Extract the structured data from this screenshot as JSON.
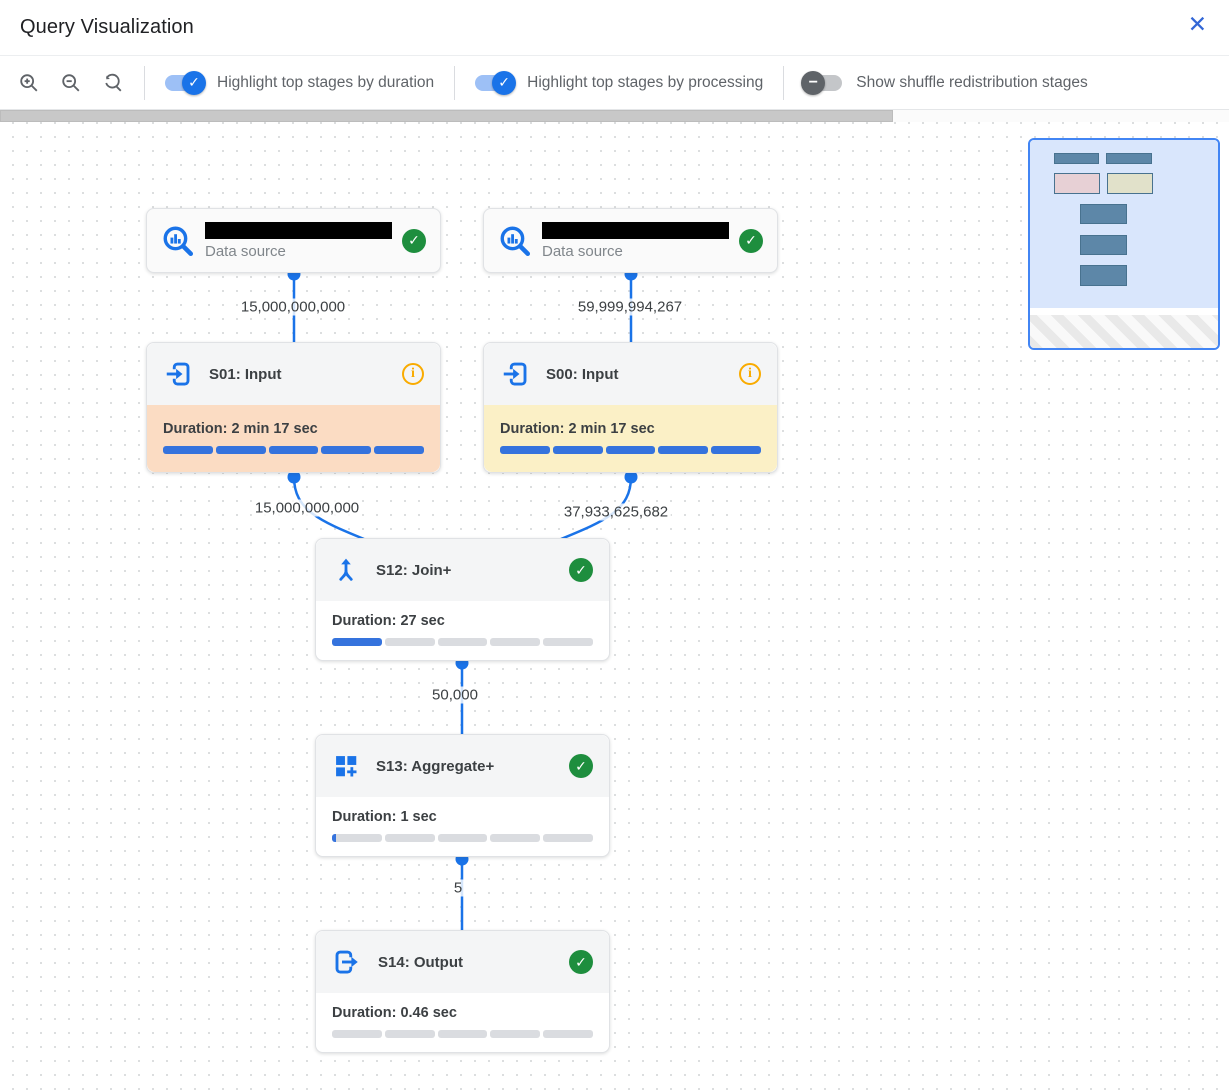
{
  "header": {
    "title": "Query Visualization",
    "close_glyph": "✕"
  },
  "toolbar": {
    "zoom_icons": [
      "zoom-in",
      "zoom-out",
      "zoom-reset"
    ],
    "toggles": [
      {
        "label": "Highlight top stages by duration",
        "state": "on",
        "glyph": "✓"
      },
      {
        "label": "Highlight top stages by processing",
        "state": "on",
        "glyph": "✓"
      },
      {
        "label": "Show shuffle redistribution stages",
        "state": "off",
        "glyph": "−"
      }
    ]
  },
  "graph": {
    "data_sources": [
      {
        "caption": "Data source",
        "status": "complete",
        "check_glyph": "✓"
      },
      {
        "caption": "Data source",
        "status": "complete",
        "check_glyph": "✓"
      }
    ],
    "stages": [
      {
        "title": "S01: Input",
        "duration": "Duration: 2 min 17 sec",
        "progress_pct": 100,
        "badge": "info",
        "badge_glyph": "i",
        "highlight": "duration"
      },
      {
        "title": "S00: Input",
        "duration": "Duration: 2 min 17 sec",
        "progress_pct": 100,
        "badge": "info",
        "badge_glyph": "i",
        "highlight": "processing"
      },
      {
        "title": "S12: Join+",
        "duration": "Duration: 27 sec",
        "progress_pct": 20,
        "badge": "complete",
        "badge_glyph": "✓",
        "highlight": "none"
      },
      {
        "title": "S13: Aggregate+",
        "duration": "Duration: 1 sec",
        "progress_pct": 1.5,
        "badge": "complete",
        "badge_glyph": "✓",
        "highlight": "none"
      },
      {
        "title": "S14: Output",
        "duration": "Duration: 0.46 sec",
        "progress_pct": 0,
        "badge": "complete",
        "badge_glyph": "✓",
        "highlight": "none"
      }
    ],
    "edges": [
      {
        "from": "data-source-1",
        "to": "S01",
        "label": "15,000,000,000"
      },
      {
        "from": "data-source-2",
        "to": "S00",
        "label": "59,999,994,267"
      },
      {
        "from": "S01",
        "to": "S12",
        "label": "15,000,000,000"
      },
      {
        "from": "S00",
        "to": "S12",
        "label": "37,933,625,682"
      },
      {
        "from": "S12",
        "to": "S13",
        "label": "50,000"
      },
      {
        "from": "S13",
        "to": "S14",
        "label": "5"
      }
    ]
  },
  "colors": {
    "accent_blue": "#1a73e8",
    "edge_blue": "#1a73e8",
    "check_green": "#1e8e3e",
    "info_orange": "#f9ab00",
    "highlight_duration": "#fbdcc3",
    "highlight_processing": "#fbf0c6",
    "minimap_border": "#4285f4"
  }
}
